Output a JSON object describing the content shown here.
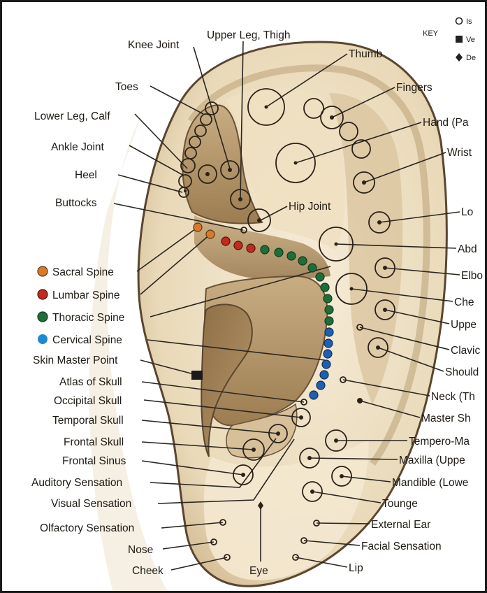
{
  "colors": {
    "ear_outer": "#efe2c6",
    "ear_shade": "#c8b088",
    "ear_dark": "#9a7f57",
    "outline": "#5a4630",
    "sacral": "#d87a2a",
    "lumbar": "#c22a1f",
    "thoracic": "#1f6e3a",
    "cervical": "#1e5fb0"
  },
  "key": {
    "title": "KEY",
    "items": [
      {
        "icon": "circle-outline-icon",
        "label": "Is"
      },
      {
        "icon": "square-filled-icon",
        "label": "Ve"
      },
      {
        "icon": "diamond-filled-icon",
        "label": "De"
      }
    ]
  },
  "labels": {
    "left": [
      "Toes",
      "Lower Leg, Calf",
      "Ankle Joint",
      "Heel",
      "Buttocks",
      "Skin Master Point",
      "Atlas of Skull",
      "Occipital Skull",
      "Temporal Skull",
      "Frontal Skull",
      "Frontal Sinus",
      "Auditory Sensation",
      "Visual Sensation",
      "Olfactory Sensation",
      "Nose",
      "Cheek"
    ],
    "legend": [
      "Sacral Spine",
      "Lumbar Spine",
      "Thoracic Spine",
      "Cervical Spine"
    ],
    "top": [
      "Knee Joint",
      "Upper Leg, Thigh",
      "Thumb"
    ],
    "right": [
      "Fingers",
      "Hand (Pa",
      "Wrist",
      "Lo",
      "Abd",
      "Elbo",
      "Che",
      "Uppe",
      "Clavic",
      "Should",
      "Neck (Th",
      "Master Sh",
      "Tempero-Ma",
      "Maxilla (Uppe",
      "Mandible (Lowe",
      "Tounge",
      "External Ear",
      "Facial Sensation",
      "Lip"
    ],
    "inner": [
      "Hip Joint"
    ],
    "bottom": [
      "Eye"
    ]
  }
}
